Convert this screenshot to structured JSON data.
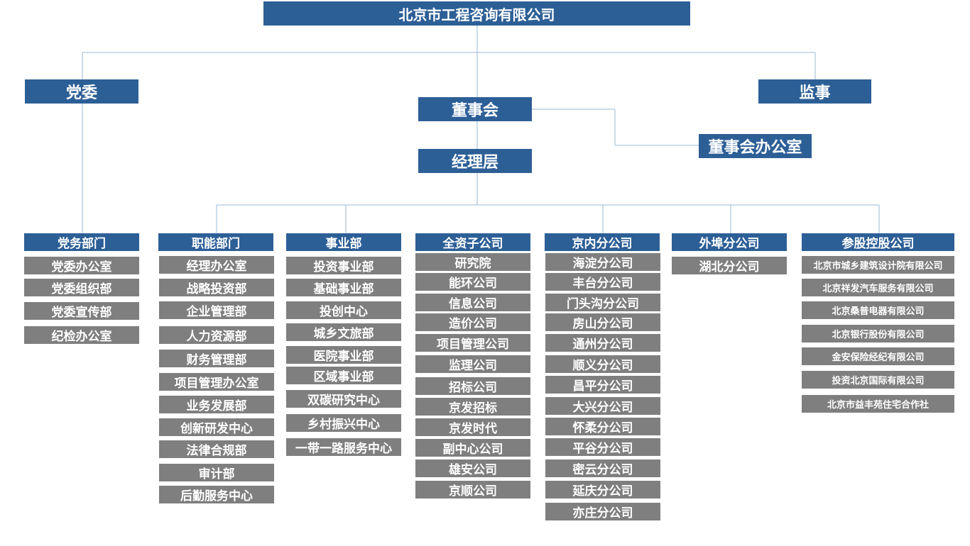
{
  "root": "北京市工程咨询有限公司",
  "party_committee": "党委",
  "supervisor": "监事",
  "board": "董事会",
  "board_office": "董事会办公室",
  "management": "经理层",
  "columns": [
    {
      "title": "党务部门",
      "items": [
        "党委办公室",
        "党委组织部",
        "党委宣传部",
        "纪检办公室"
      ]
    },
    {
      "title": "职能部门",
      "items": [
        "经理办公室",
        "战略投资部",
        "企业管理部",
        "人力资源部",
        "财务管理部",
        "项目管理办公室",
        "业务发展部",
        "创新研发中心",
        "法律合规部",
        "审计部",
        "后勤服务中心"
      ]
    },
    {
      "title": "事业部",
      "items": [
        "投资事业部",
        "基础事业部",
        "投创中心",
        "城乡文旅部",
        "医院事业部",
        "区域事业部",
        "双碳研究中心",
        "乡村振兴中心",
        "一带一路服务中心"
      ]
    },
    {
      "title": "全资子公司",
      "items": [
        "研究院",
        "能环公司",
        "信息公司",
        "造价公司",
        "项目管理公司",
        "监理公司",
        "招标公司",
        "京发招标",
        "京发时代",
        "副中心公司",
        "雄安公司",
        "京顺公司"
      ]
    },
    {
      "title": "京内分公司",
      "items": [
        "海淀分公司",
        "丰台分公司",
        "门头沟分公司",
        "房山分公司",
        "通州分公司",
        "顺义分公司",
        "昌平分公司",
        "大兴分公司",
        "怀柔分公司",
        "平谷分公司",
        "密云分公司",
        "延庆分公司",
        "亦庄分公司"
      ]
    },
    {
      "title": "外埠分公司",
      "items": [
        "湖北分公司"
      ]
    },
    {
      "title": "参股控股公司",
      "items": [
        "北京市城乡建筑设计院有限公司",
        "北京祥发汽车服务有限公司",
        "北京桑普电器有限公司",
        "北京银行股份有限公司",
        "金安保险经纪有限公司",
        "投资北京国际有限公司",
        "北京市益丰苑住宅合作社"
      ]
    }
  ],
  "colors": {
    "header": "#2d5f97",
    "item": "#7f7f7f",
    "line": "#9bb8d3",
    "text": "#ffffff"
  }
}
